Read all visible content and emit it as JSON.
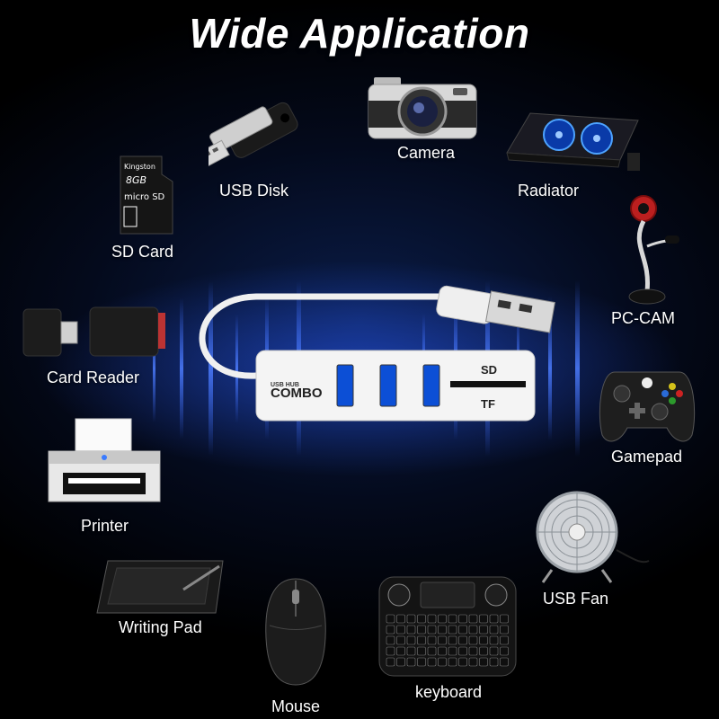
{
  "title": "Wide Application",
  "hub": {
    "line1": "USB HUB",
    "brand": "COMBO",
    "sd": "SD",
    "tf": "TF"
  },
  "sd_card": {
    "brand": "Kingston",
    "size": "8GB",
    "type": "micro SD"
  },
  "devices": [
    {
      "id": "usb-disk",
      "label": "USB Disk",
      "icon": "usb-flash-drive-icon"
    },
    {
      "id": "camera",
      "label": "Camera",
      "icon": "camera-icon"
    },
    {
      "id": "radiator",
      "label": "Radiator",
      "icon": "laptop-cooler-icon"
    },
    {
      "id": "sd-card",
      "label": "SD Card",
      "icon": "sd-card-icon"
    },
    {
      "id": "pc-cam",
      "label": "PC-CAM",
      "icon": "webcam-icon"
    },
    {
      "id": "card-reader",
      "label": "Card Reader",
      "icon": "card-reader-icon"
    },
    {
      "id": "gamepad",
      "label": "Gamepad",
      "icon": "gamepad-icon"
    },
    {
      "id": "printer",
      "label": "Printer",
      "icon": "printer-icon"
    },
    {
      "id": "usb-fan",
      "label": "USB Fan",
      "icon": "usb-fan-icon"
    },
    {
      "id": "writing-pad",
      "label": "Writing Pad",
      "icon": "writing-pad-icon"
    },
    {
      "id": "mouse",
      "label": "Mouse",
      "icon": "mouse-icon"
    },
    {
      "id": "keyboard",
      "label": "keyboard",
      "icon": "keyboard-icon"
    }
  ],
  "colors": {
    "background": "#000000",
    "glow": "#1a4dff",
    "text": "#ffffff",
    "hub": "#f2f2f2"
  }
}
